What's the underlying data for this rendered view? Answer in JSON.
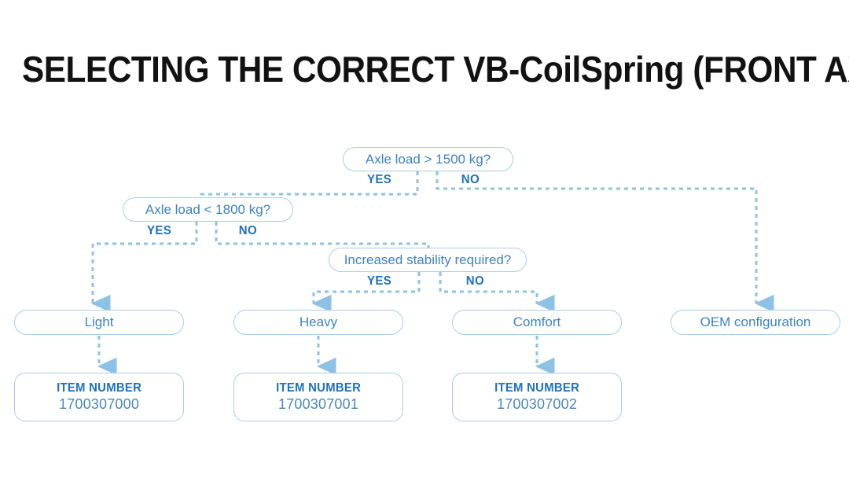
{
  "page": {
    "title": "SELECTING THE CORRECT VB-CoilSpring (FRONT AXLE)"
  },
  "colors": {
    "title_text": "#121212",
    "node_border": "#a9cde9",
    "node_text": "#3c83c4",
    "branch_label": "#1f70be",
    "item_label": "#1f70be",
    "item_value": "#4a87c0",
    "connector": "#8dc2e6",
    "background": "#ffffff"
  },
  "flow": {
    "decisions": [
      {
        "id": "axle-load-gt-1500",
        "question": "Axle load > 1500 kg?",
        "yes_label": "YES",
        "no_label": "NO"
      },
      {
        "id": "axle-load-lt-1800",
        "question": "Axle load < 1800 kg?",
        "yes_label": "YES",
        "no_label": "NO"
      },
      {
        "id": "increased-stability",
        "question": "Increased stability required?",
        "yes_label": "YES",
        "no_label": "NO"
      }
    ],
    "results": [
      {
        "id": "light",
        "label": "Light"
      },
      {
        "id": "heavy",
        "label": "Heavy"
      },
      {
        "id": "comfort",
        "label": "Comfort"
      },
      {
        "id": "oem",
        "label": "OEM configuration"
      }
    ],
    "items": [
      {
        "id": "item-light",
        "label": "ITEM NUMBER",
        "value": "1700307000"
      },
      {
        "id": "item-heavy",
        "label": "ITEM NUMBER",
        "value": "1700307001"
      },
      {
        "id": "item-comfort",
        "label": "ITEM NUMBER",
        "value": "1700307002"
      }
    ]
  },
  "chart_data": {
    "type": "table",
    "title": "SELECTING THE CORRECT VB-CoilSpring (FRONT AXLE)",
    "nodes": [
      {
        "key": "d1",
        "type": "decision",
        "text": "Axle load > 1500 kg?"
      },
      {
        "key": "d2",
        "type": "decision",
        "text": "Axle load < 1800 kg?"
      },
      {
        "key": "d3",
        "type": "decision",
        "text": "Increased stability required?"
      },
      {
        "key": "r1",
        "type": "result",
        "text": "Light"
      },
      {
        "key": "r2",
        "type": "result",
        "text": "Heavy"
      },
      {
        "key": "r3",
        "type": "result",
        "text": "Comfort"
      },
      {
        "key": "r4",
        "type": "result",
        "text": "OEM configuration"
      },
      {
        "key": "i1",
        "type": "item",
        "text": "1700307000"
      },
      {
        "key": "i2",
        "type": "item",
        "text": "1700307001"
      },
      {
        "key": "i3",
        "type": "item",
        "text": "1700307002"
      }
    ],
    "edges": [
      {
        "from": "d1",
        "to": "d2",
        "label": "YES"
      },
      {
        "from": "d1",
        "to": "r4",
        "label": "NO"
      },
      {
        "from": "d2",
        "to": "r1",
        "label": "YES"
      },
      {
        "from": "d2",
        "to": "d3",
        "label": "NO"
      },
      {
        "from": "d3",
        "to": "r2",
        "label": "YES"
      },
      {
        "from": "d3",
        "to": "r3",
        "label": "NO"
      },
      {
        "from": "r1",
        "to": "i1",
        "label": ""
      },
      {
        "from": "r2",
        "to": "i2",
        "label": ""
      },
      {
        "from": "r3",
        "to": "i3",
        "label": ""
      }
    ]
  }
}
